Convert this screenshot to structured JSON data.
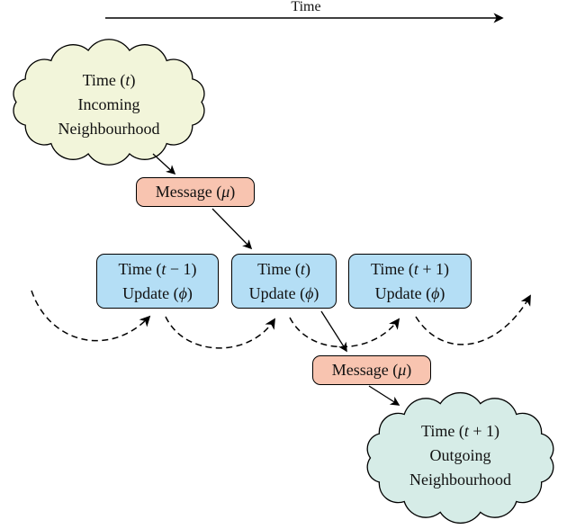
{
  "figure": {
    "timeline_label": "Time",
    "incoming_cloud": {
      "line1": "Time (t)",
      "line2": "Incoming",
      "line3": "Neighbourhood"
    },
    "outgoing_cloud": {
      "line1": "Time (t + 1)",
      "line2": "Outgoing",
      "line3": "Neighbourhood"
    },
    "message_top_label": "Message (μ)",
    "message_bottom_label": "Message (μ)",
    "update_boxes": [
      {
        "line1": "Time (t − 1)",
        "line2": "Update (ϕ)"
      },
      {
        "line1": "Time (t)",
        "line2": "Update (ϕ)"
      },
      {
        "line1": "Time (t + 1)",
        "line2": "Update (ϕ)"
      }
    ],
    "colors": {
      "incoming_cloud_fill": "#f2f5da",
      "outgoing_cloud_fill": "#d6ece7",
      "message_fill": "#f8c4b0",
      "update_fill": "#b4def5",
      "line_color": "#000000"
    }
  }
}
